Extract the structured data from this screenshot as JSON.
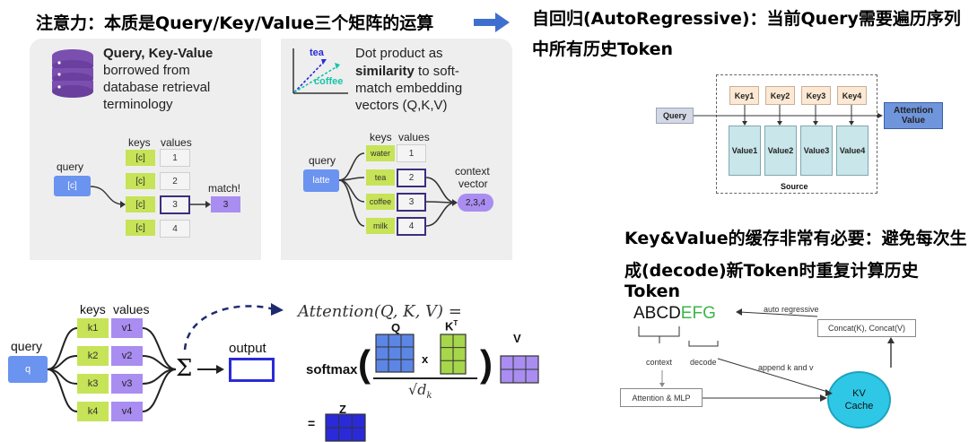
{
  "top_left_title": "注意力：本质是Query/Key/Value三个矩阵的运算",
  "top_right_title_line1": "自回归(AutoRegressive)：当前Query需要遍历序列",
  "top_right_title_line2": "中所有历史Token",
  "middle_right_title_line1": "Key&Value的缓存非常有必要：避免每次生",
  "middle_right_title_line2": "成(decode)新Token时重复计算历史Token",
  "panel1": {
    "text_bold": "Query, Key-Value",
    "text_lines": [
      "borrowed from",
      "database retrieval",
      "terminology"
    ],
    "query_label": "query",
    "keys_label": "keys",
    "values_label": "values",
    "query_box": "[c]",
    "keys": [
      "[c]",
      "[c]",
      "[c]",
      "[c]"
    ],
    "values": [
      "1",
      "2",
      "3",
      "4"
    ],
    "match_label": "match!",
    "match_value": "3"
  },
  "panel2": {
    "vec_tea": "tea",
    "vec_coffee": "coffee",
    "text_line1": "Dot product as",
    "text_bold": "similarity",
    "text_line2_rest": " to soft-",
    "text_lines_rest": [
      "match embedding",
      "vectors (Q,K,V)"
    ],
    "query_label": "query",
    "keys_label": "keys",
    "values_label": "values",
    "query_box": "latte",
    "keys": [
      "water",
      "tea",
      "coffee",
      "milk"
    ],
    "values": [
      "1",
      "2",
      "3",
      "4"
    ],
    "context_label_1": "context",
    "context_label_2": "vector",
    "context_value": "2,3,4"
  },
  "bottom_left": {
    "query_label": "query",
    "query_box": "q",
    "keys_label": "keys",
    "values_label": "values",
    "keys": [
      "k1",
      "k2",
      "k3",
      "k4"
    ],
    "values": [
      "v1",
      "v2",
      "v3",
      "v4"
    ],
    "sigma": "Σ",
    "output_label": "output"
  },
  "formula": {
    "lhs": "Attention(Q, K, V) =",
    "softmax": "softmax",
    "q_label": "Q",
    "k_label": "K",
    "k_sup": "T",
    "times": "x",
    "v_label": "V",
    "denominator": "√d",
    "denominator_sub": "k",
    "equals": "=",
    "z_label": "Z"
  },
  "autoreg_diagram": {
    "query": "Query",
    "keys": [
      "Key1",
      "Key2",
      "Key3",
      "Key4"
    ],
    "values": [
      "Value1",
      "Value2",
      "Value3",
      "Value4"
    ],
    "source": "Source",
    "attention_value_1": "Attention",
    "attention_value_2": "Value"
  },
  "kv_diagram": {
    "abcd": "ABCD",
    "efg": "EFG",
    "auto_regressive": "auto regressive",
    "concat": "Concat(K), Concat(V)",
    "context": "context",
    "decode": "decode",
    "append": "append k and v",
    "attention_mlp": "Attention & MLP",
    "kv_1": "KV",
    "kv_2": "Cache"
  },
  "colors": {
    "key_green": "#c7e357",
    "query_blue": "#6b93f0",
    "match_purple": "#a98df0",
    "grid_blue": "#5b86e5",
    "grid_green": "#a6d64a",
    "grid_purple": "#a98df0",
    "z_blue": "#2a2ad8",
    "kv_cyan": "#2ec8e6",
    "arrow_blue": "#3f6fce"
  }
}
